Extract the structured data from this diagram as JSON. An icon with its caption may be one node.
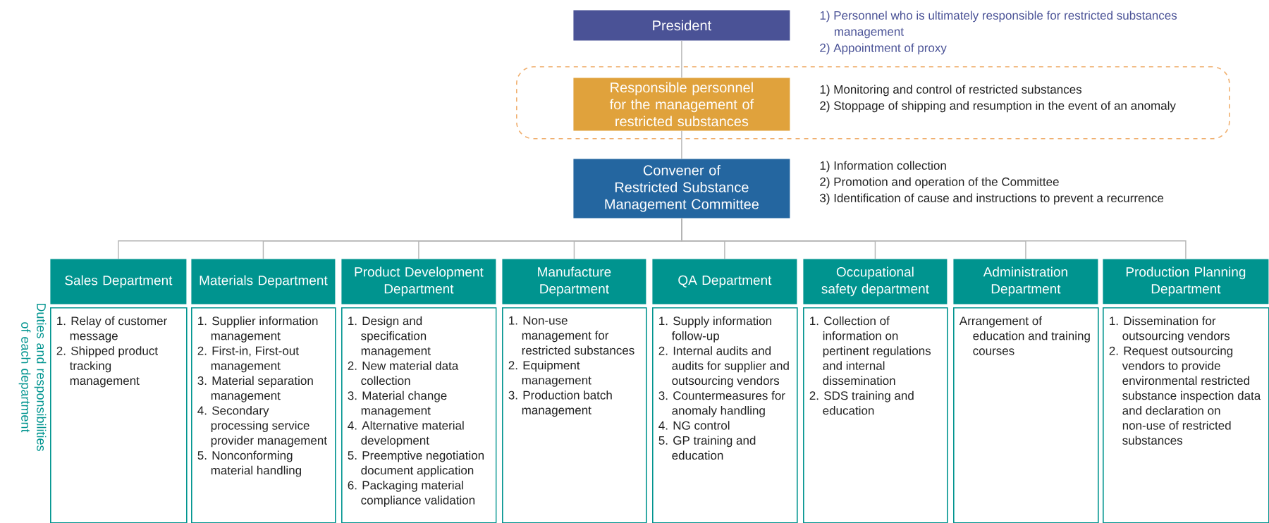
{
  "diagram": {
    "nodes": [
      {
        "text": [
          "President"
        ],
        "beside": [
          "1) Personnel who is ultimately responsible for restricted substances management",
          "2) Appointment of proxy"
        ]
      },
      {
        "text": [],
        "shape": "box"
      },
      {
        "text": [
          "Responsible personnel for the management of restricted substances"
        ],
        "in": 1,
        "beside": [
          "1) Monitoring and control of restricted substances",
          "2) Stoppage of shipping and resumption in the event of an anomaly"
        ]
      },
      {
        "text": [
          "Convener of Restricted Substance Management Committee"
        ],
        "beside": [
          "1) Information collection",
          "2) Promotion and operation of the Committee",
          "3) Identification of cause and instructions to prevent a recurrence"
        ]
      },
      {
        "text": [
          "Sales Department"
        ]
      },
      {
        "text": [
          "Materials Department"
        ]
      },
      {
        "text": [
          "Product Development Department"
        ]
      },
      {
        "text": [
          "Manufacture Department"
        ]
      },
      {
        "text": [
          "QA Department"
        ]
      },
      {
        "text": [
          "Occupational safety department"
        ]
      },
      {
        "text": [
          "Administration Department"
        ]
      },
      {
        "text": [
          "Production Planning Department"
        ]
      },
      {
        "text": [
          "1. Relay of customer message",
          "2. Shipped product tracking management"
        ]
      },
      {
        "text": [
          "1. Supplier information management",
          "2. First-in, First-out management",
          "3. Material separation management",
          "4. Secondary processing service provider management",
          "5. Nonconforming material handling"
        ]
      },
      {
        "text": [
          "1. Design and specification management",
          "2. New material data collection",
          "3. Material change management",
          "4. Alternative material development",
          "5. Preemptive negotiation document application",
          "6. Packaging material compliance validation"
        ]
      },
      {
        "text": [
          "1. Non-use management for restricted substances",
          "2. Equipment management",
          "3. Production batch management"
        ]
      },
      {
        "text": [
          "1. Supply information follow-up",
          "2. Internal audits and audits for supplier and outsourcing vendors",
          "3. Countermeasures for anomaly handling",
          "4. NG control",
          "5. GP training and education"
        ]
      },
      {
        "text": [
          "1. Collection of information on pertinent regulations and internal dissemination",
          "2. SDS training and education"
        ]
      },
      {
        "text": [
          "Arrangement of education and training courses"
        ]
      },
      {
        "text": [
          "1. Dissemination for outsourcing vendors",
          "2. Request outsourcing vendors to provide environmental restricted substance inspection data and declaration on non-use of restricted substances"
        ]
      }
    ],
    "edges": [
      {
        "from": 0,
        "to": 2,
        "arrow": "none"
      },
      {
        "from": 2,
        "to": 3,
        "arrow": "none"
      },
      {
        "from": 3,
        "to": 4,
        "arrow": "none"
      },
      {
        "from": 3,
        "to": 5,
        "arrow": "none"
      },
      {
        "from": 3,
        "to": 6,
        "arrow": "none"
      },
      {
        "from": 3,
        "to": 7,
        "arrow": "none"
      },
      {
        "from": 3,
        "to": 8,
        "arrow": "none"
      },
      {
        "from": 3,
        "to": 9,
        "arrow": "none"
      },
      {
        "from": 3,
        "to": 10,
        "arrow": "none"
      },
      {
        "from": 3,
        "to": 11,
        "arrow": "none"
      }
    ],
    "labels": [
      "Duties and responsibilities of each department"
    ]
  }
}
